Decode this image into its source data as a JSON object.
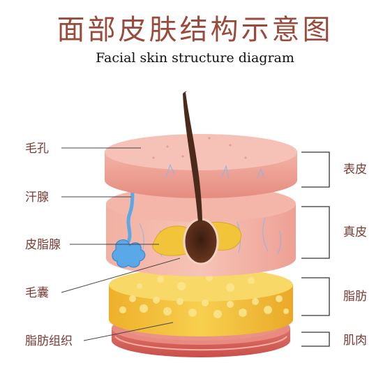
{
  "title_cn": "面部皮肤结构示意图",
  "title_en": "Facial skin structure diagram",
  "left_labels": [
    "毛孔",
    "汗腺",
    "皮脂腺",
    "毛囊",
    "脂肪组织"
  ],
  "right_labels": [
    "表皮",
    "真皮",
    "脂肪",
    "肌肉"
  ],
  "colors": {
    "title": "#9a4a3a",
    "label": "#7a3a34",
    "epidermis": "#f2a59a",
    "dermis": "#f0a898",
    "fat": "#f3c23c",
    "muscle": "#d9605a",
    "sweat_gland": "#5aa8e8",
    "hair": "#4a2a1a"
  }
}
